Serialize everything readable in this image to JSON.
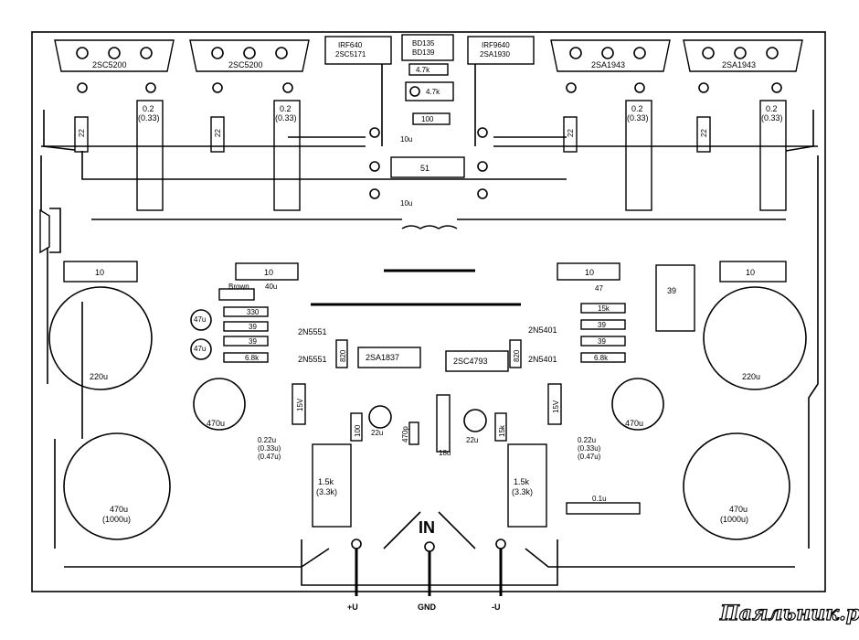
{
  "board": {
    "transistors_top": [
      "2SC5200",
      "2SC5200",
      "IRF640",
      "2SC5171",
      "BD135",
      "BD139",
      "IRF9640",
      "2SA1930",
      "2SA1943",
      "2SA1943"
    ],
    "resistors_top": {
      "emitter_left_1": [
        "0.2",
        "(0.33)"
      ],
      "emitter_left_2": [
        "0.2",
        "(0.33)"
      ],
      "emitter_right_1": [
        "0.2",
        "(0.33)"
      ],
      "emitter_right_2": [
        "0.2",
        "(0.33)"
      ],
      "base_left_1": "22",
      "base_left_2": "22",
      "base_right_1": "22",
      "base_right_2": "22",
      "bias_1": "4.7k",
      "bias_pot": "4.7k",
      "bias_2": "100",
      "cap_bias": "10u",
      "center_res": "51",
      "cap_center": "10u"
    },
    "left_side": {
      "res_10": "10",
      "res_10b": "10",
      "cap_220": "220u",
      "res_brown": "Brown",
      "cap_40": "40u",
      "r330": "330",
      "r39a": "39",
      "r39b": "39",
      "r68k": "6.8k",
      "cap_47a": "47u",
      "cap_47b": "47u",
      "q_2n5551a": "2N5551",
      "q_2n5551b": "2N5551",
      "r820": "820",
      "q_2sa1837": "2SA1837",
      "cap_470": "470u",
      "zener": "15V",
      "r100": "100",
      "cap_022": [
        "0.22u",
        "(0.33u)",
        "(0.47u)"
      ],
      "cap_22u": "22u",
      "cap_470p": "470p",
      "res_15k": "1.5k",
      "res_15k_alt": "(3.3k)",
      "cap_big": [
        "470u",
        "(1000u)"
      ]
    },
    "right_side": {
      "res_10": "10",
      "res_10b": "10",
      "res_39": "39",
      "cap_47p": "47",
      "r15k": "15k",
      "r39a": "39",
      "r39b": "39",
      "r68k": "6.8k",
      "q_2n5401a": "2N5401",
      "q_2n5401b": "2N5401",
      "r820": "820",
      "q_2sc4793": "2SC4793",
      "cap_220": "220u",
      "cap_470": "470u",
      "zener": "15V",
      "r15k_b": "15k",
      "cap_022": [
        "0.22u",
        "(0.33u)",
        "(0.47u)"
      ],
      "cap_18": "18u",
      "cap_22u": "22u",
      "cap_01": "0.1u",
      "res_15k": "1.5k",
      "res_15k_alt": "(3.3k)",
      "cap_big": [
        "470u",
        "(1000u)"
      ]
    },
    "input_label": "IN",
    "terminals": [
      "+U",
      "GND",
      "-U"
    ]
  },
  "watermark": "Паяльник.ру"
}
